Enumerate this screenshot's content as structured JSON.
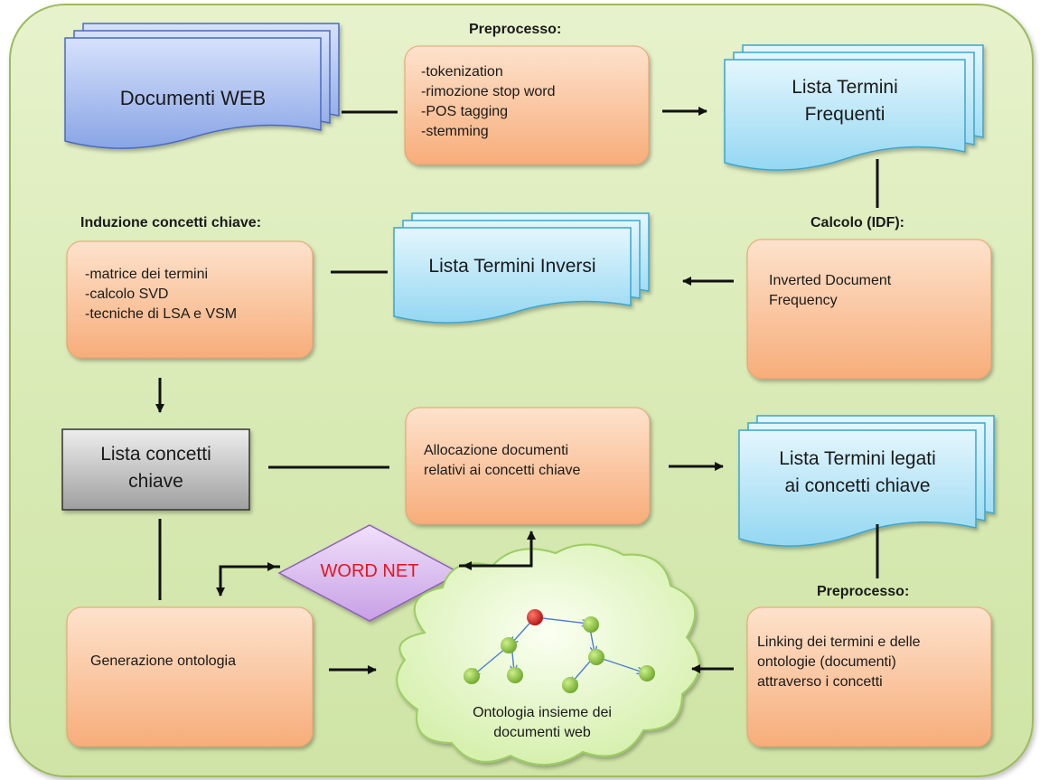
{
  "headers": {
    "preprocesso_top": "Preprocesso:",
    "induzione": "Induzione concetti chiave:",
    "calcolo": "Calcolo (IDF):",
    "preprocesso_bottom": "Preprocesso:"
  },
  "nodes": {
    "documenti_web": "Documenti WEB",
    "preprocess_steps": [
      "-tokenization",
      "-rimozione stop word",
      "-POS tagging",
      "-stemming"
    ],
    "lista_frequenti": [
      "Lista Termini",
      "Frequenti"
    ],
    "induzione_steps": [
      "-matrice dei termini",
      "-calcolo SVD",
      "-tecniche di LSA e VSM"
    ],
    "lista_inversi": "Lista Termini Inversi",
    "idf": [
      "Inverted Document",
      "Frequency"
    ],
    "concetti_chiave": [
      "Lista concetti",
      "chiave"
    ],
    "allocazione": [
      "Allocazione documenti",
      "relativi ai concetti chiave"
    ],
    "lista_legati": [
      "Lista Termini legati",
      "ai concetti chiave"
    ],
    "wordnet": "WORD NET",
    "generazione": "Generazione ontologia",
    "linking": [
      "Linking dei termini e delle",
      "ontologie (documenti)",
      "attraverso i concetti"
    ],
    "ontologia": [
      "Ontologia insieme dei",
      "documenti web"
    ]
  },
  "colors": {
    "background": "#d8eab4",
    "orange_box": "#fbc6a0",
    "blue_doc": "#a8bdf0",
    "cyan_doc": "#b8e6f8",
    "gray_box": "#b4b4b4",
    "diamond": "#d8b8ee",
    "wordnet_text": "#e8141c",
    "cloud": "#e4f6c8",
    "root_node": "#cc2020",
    "child_node": "#8ec63a"
  }
}
